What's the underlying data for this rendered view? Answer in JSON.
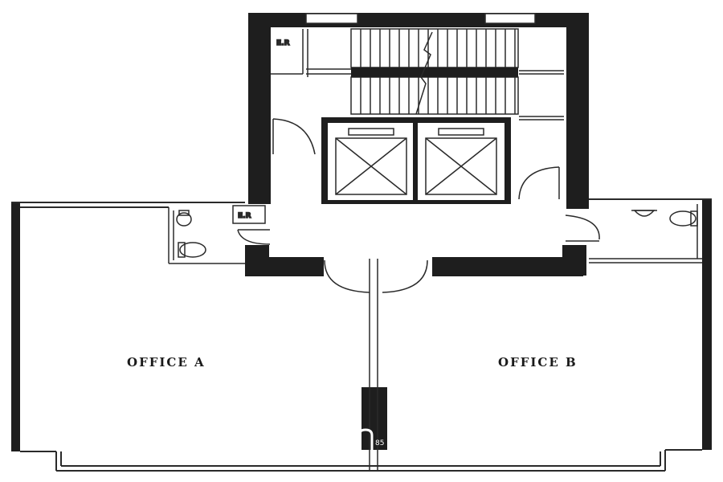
{
  "rooms": {
    "office_a": "OFFICE  A",
    "office_b": "OFFICE  B",
    "er_top": "E.R",
    "er_left": "E.R"
  },
  "watermark": {
    "text": "85"
  },
  "colors": {
    "wall": "#1e1e1e",
    "line": "#2a2a2a",
    "background": "#ffffff"
  },
  "icons": {
    "lift_car": "x-box-icon",
    "door_swing": "arc-icon",
    "toilet": "wc-icon"
  }
}
